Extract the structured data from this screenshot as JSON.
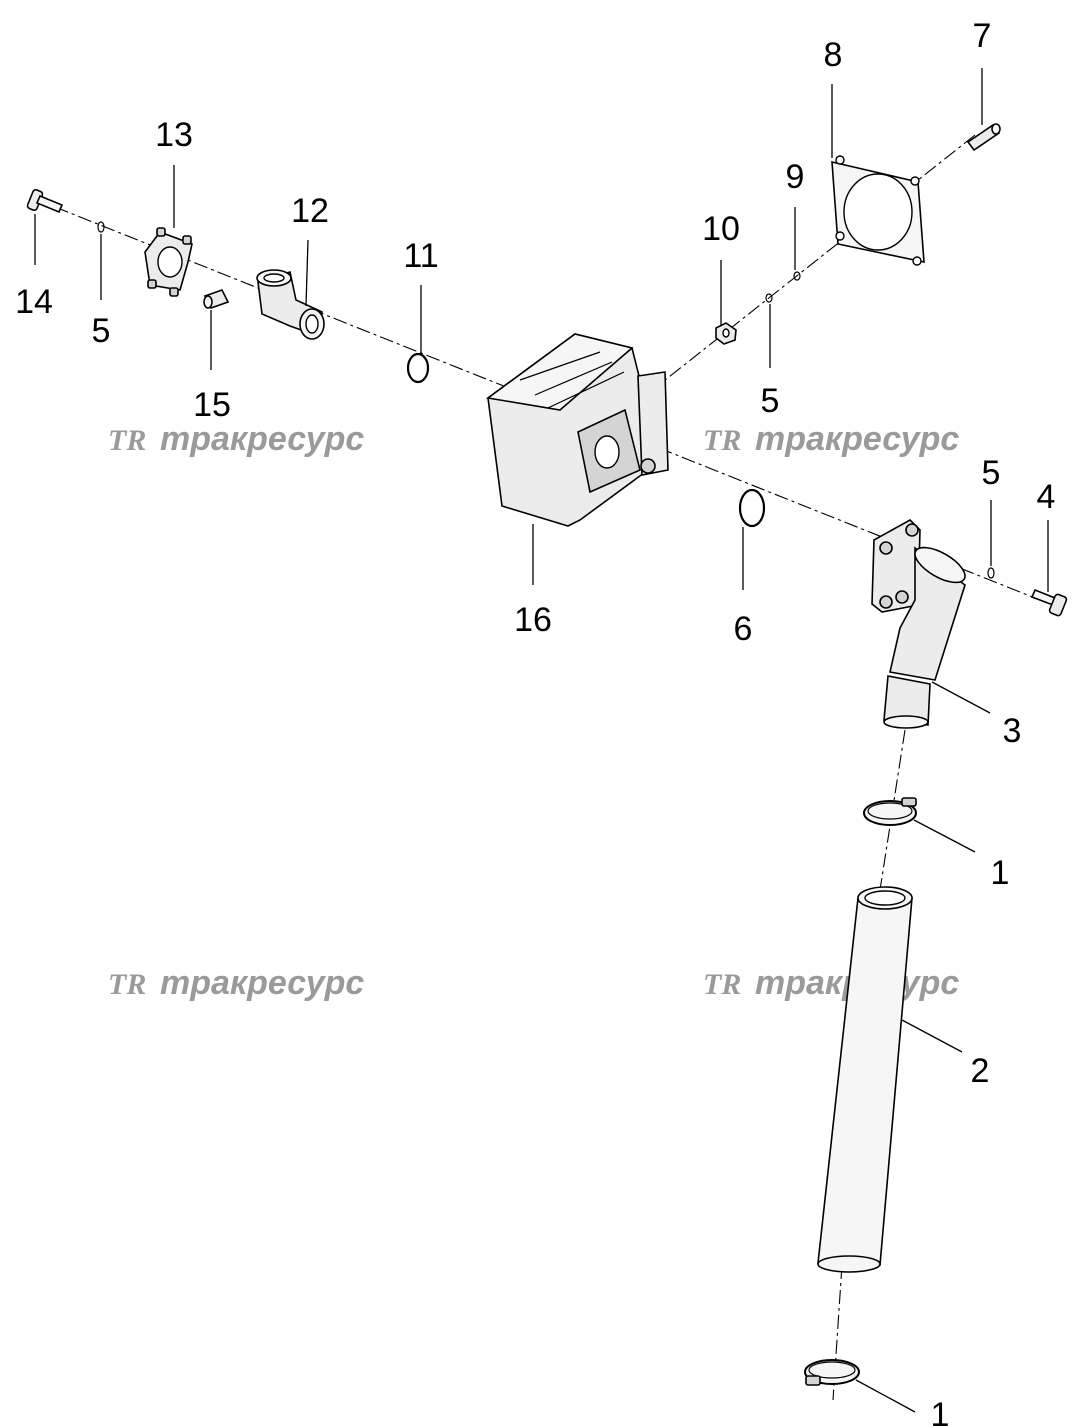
{
  "callouts": [
    {
      "id": "1a",
      "text": "1"
    },
    {
      "id": "1b",
      "text": "1"
    },
    {
      "id": "2",
      "text": "2"
    },
    {
      "id": "3",
      "text": "3"
    },
    {
      "id": "4",
      "text": "4"
    },
    {
      "id": "5a",
      "text": "5"
    },
    {
      "id": "5b",
      "text": "5"
    },
    {
      "id": "5c",
      "text": "5"
    },
    {
      "id": "6",
      "text": "6"
    },
    {
      "id": "7",
      "text": "7"
    },
    {
      "id": "8",
      "text": "8"
    },
    {
      "id": "9",
      "text": "9"
    },
    {
      "id": "10",
      "text": "10"
    },
    {
      "id": "11",
      "text": "11"
    },
    {
      "id": "12",
      "text": "12"
    },
    {
      "id": "13",
      "text": "13"
    },
    {
      "id": "14",
      "text": "14"
    },
    {
      "id": "15",
      "text": "15"
    },
    {
      "id": "16",
      "text": "16"
    }
  ],
  "watermark": {
    "logo": "TR",
    "text": "тракресурс"
  }
}
